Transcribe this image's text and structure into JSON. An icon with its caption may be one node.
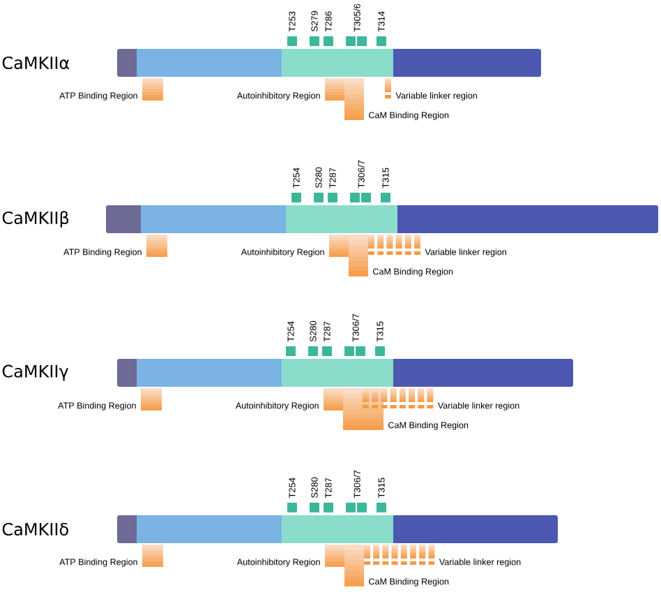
{
  "diagram": {
    "labels": [
      "T253",
      "S279",
      "T286",
      "T305/6",
      "T314",
      "CaMKIIα",
      "ATP Binding Region",
      "Autoinhibitory Region",
      "Variable linker region",
      "CaM Binding Region",
      "T254",
      "S280",
      "T287",
      "T306/7",
      "T315",
      "CaMKIIβ",
      "ATP Binding Region",
      "Autoinhibitory Region",
      "Variable linker region",
      "CaM Binding Region",
      "T254",
      "S280",
      "T287",
      "T306/7",
      "T315",
      "CaMKIIγ",
      "ATP Binding Region",
      "Autoinhibitory Region",
      "Variable linker region",
      "CaM Binding Region",
      "T254",
      "S280",
      "T287",
      "T306/7",
      "T315",
      "CaMKIIδ",
      "ATP Binding Region",
      "Autoinhibitory Region",
      "Variable linker region",
      "CaM Binding Region"
    ]
  }
}
